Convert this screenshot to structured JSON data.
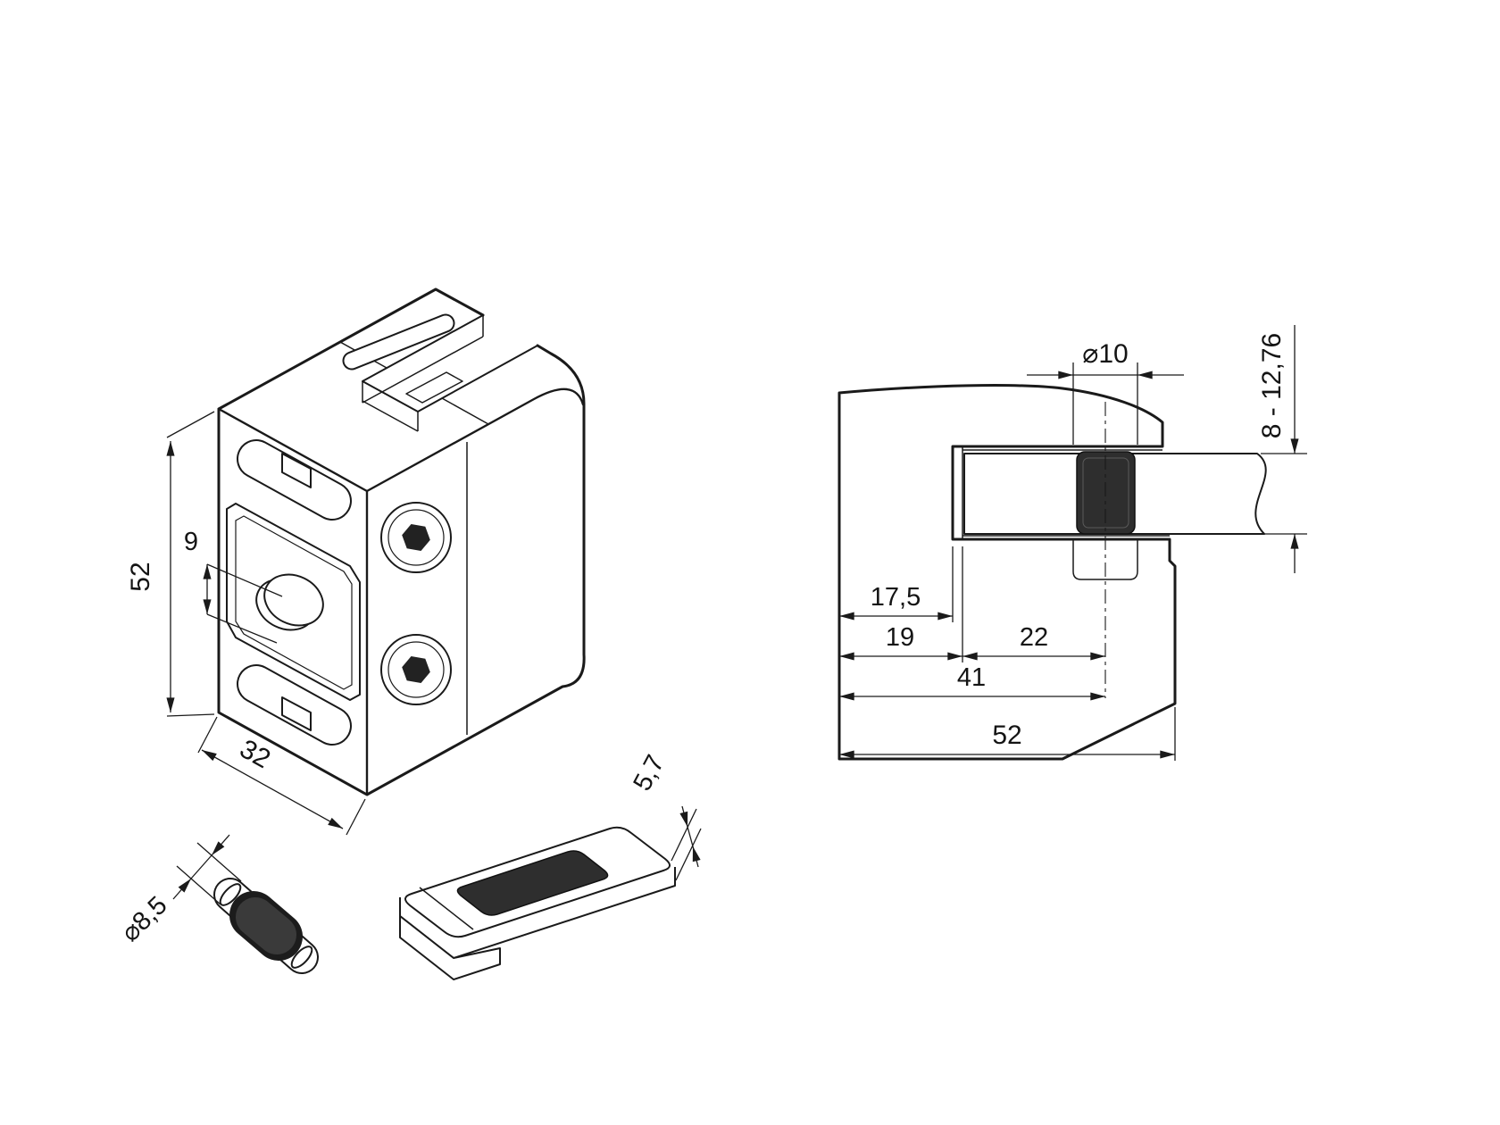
{
  "drawing": {
    "isometric_view": {
      "height_label": "52",
      "depth_label": "32",
      "hole_offset_label": "9"
    },
    "side_view": {
      "pin_hole_diameter_label": "⌀10",
      "glass_thickness_range_label": "8 - 12,76",
      "glass_inset_label": "17,5",
      "slot_depth_label": "19",
      "pin_to_slot_label": "22",
      "pin_position_label": "41",
      "width_label": "52"
    },
    "pin_detail": {
      "diameter_label": "⌀8,5"
    },
    "gasket_detail": {
      "thickness_label": "5,7"
    },
    "colors": {
      "line": "#1a1a1a",
      "glass": "#d9ecd8",
      "rubber": "#2e2e2e",
      "background": "#ffffff"
    }
  }
}
